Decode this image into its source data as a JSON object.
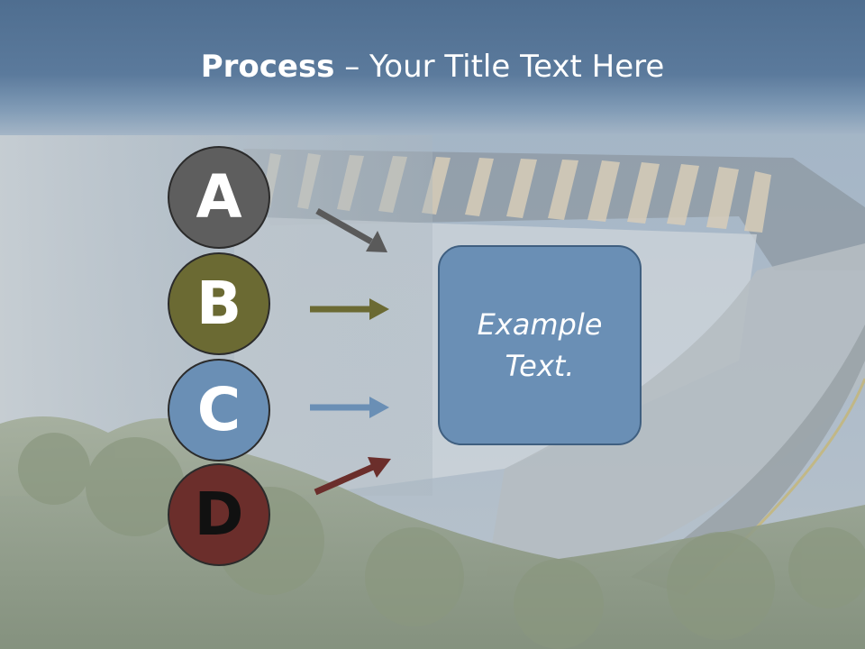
{
  "slide": {
    "title_bold": "Process",
    "title_rest": " – Your Title Text Here"
  },
  "steps": [
    {
      "letter": "A",
      "fill": "#5e5e5e",
      "text_color": "#ffffff",
      "arrow_color": "#5a5a5a"
    },
    {
      "letter": "B",
      "fill": "#6b6a33",
      "text_color": "#ffffff",
      "arrow_color": "#6b6a33"
    },
    {
      "letter": "C",
      "fill": "#6a8fb5",
      "text_color": "#ffffff",
      "arrow_color": "#6a8fb5"
    },
    {
      "letter": "D",
      "fill": "#6b2e2b",
      "text_color": "#111111",
      "arrow_color": "#6b2e2b"
    }
  ],
  "box": {
    "text": "Example Text."
  }
}
